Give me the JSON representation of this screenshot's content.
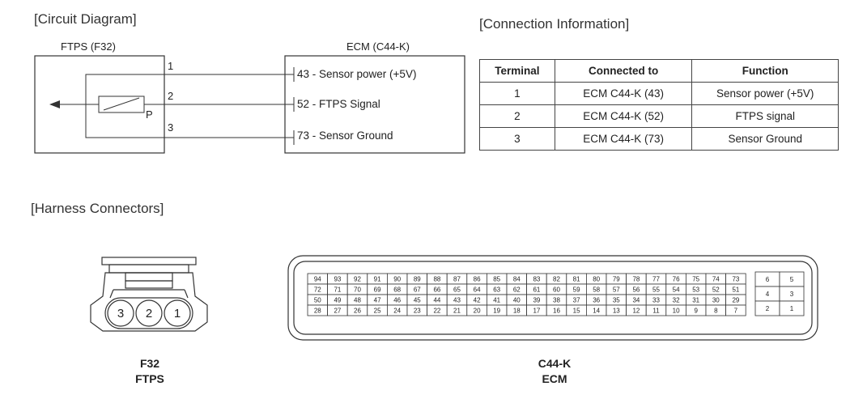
{
  "titles": {
    "circuit": "[Circuit Diagram]",
    "connection": "[Connection Information]",
    "harness": "[Harness Connectors]"
  },
  "circuit": {
    "sensor_label": "FTPS (F32)",
    "ecm_label": "ECM (C44-K)",
    "sensor_pins": [
      "1",
      "2",
      "3"
    ],
    "sensor_symbol": "P",
    "ecm_pins": [
      "43 - Sensor power (+5V)",
      "52 - FTPS Signal",
      "73 - Sensor Ground"
    ]
  },
  "table": {
    "headers": [
      "Terminal",
      "Connected to",
      "Function"
    ],
    "rows": [
      [
        "1",
        "ECM C44-K (43)",
        "Sensor power (+5V)"
      ],
      [
        "2",
        "ECM C44-K (52)",
        "FTPS signal"
      ],
      [
        "3",
        "ECM C44-K (73)",
        "Sensor Ground"
      ]
    ]
  },
  "harness": {
    "ftps": {
      "pins": [
        "3",
        "2",
        "1"
      ],
      "caption_code": "F32",
      "caption_name": "FTPS"
    },
    "ecm": {
      "rows": [
        [
          "94",
          "93",
          "92",
          "91",
          "90",
          "89",
          "88",
          "87",
          "86",
          "85",
          "84",
          "83",
          "82",
          "81",
          "80",
          "79",
          "78",
          "77",
          "76",
          "75",
          "74",
          "73"
        ],
        [
          "72",
          "71",
          "70",
          "69",
          "68",
          "67",
          "66",
          "65",
          "64",
          "63",
          "62",
          "61",
          "60",
          "59",
          "58",
          "57",
          "56",
          "55",
          "54",
          "53",
          "52",
          "51"
        ],
        [
          "50",
          "49",
          "48",
          "47",
          "46",
          "45",
          "44",
          "43",
          "42",
          "41",
          "40",
          "39",
          "38",
          "37",
          "36",
          "35",
          "34",
          "33",
          "32",
          "31",
          "30",
          "29"
        ],
        [
          "28",
          "27",
          "26",
          "25",
          "24",
          "23",
          "22",
          "21",
          "20",
          "19",
          "18",
          "17",
          "16",
          "15",
          "14",
          "13",
          "12",
          "11",
          "10",
          "9",
          "8",
          "7"
        ]
      ],
      "side": [
        [
          "6",
          "5"
        ],
        [
          "4",
          "3"
        ],
        [
          "2",
          "1"
        ]
      ],
      "caption_code": "C44-K",
      "caption_name": "ECM"
    }
  }
}
